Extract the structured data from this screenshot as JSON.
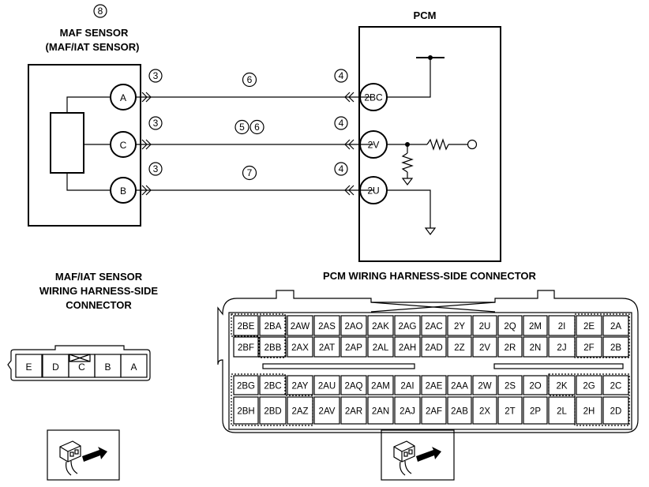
{
  "sensor": {
    "callout": "8",
    "title_line1": "MAF SENSOR",
    "title_line2": "(MAF/IAT SENSOR)"
  },
  "pcm": {
    "title": "PCM"
  },
  "circuits": [
    {
      "sensor_pin": "A",
      "pcm_pin": "2BC",
      "wire_callouts": [
        "6"
      ],
      "left_callout": "3",
      "right_callout": "4"
    },
    {
      "sensor_pin": "C",
      "pcm_pin": "2V",
      "wire_callouts": [
        "5",
        "6"
      ],
      "left_callout": "3",
      "right_callout": "4"
    },
    {
      "sensor_pin": "B",
      "pcm_pin": "2U",
      "wire_callouts": [
        "7"
      ],
      "left_callout": "3",
      "right_callout": "4"
    }
  ],
  "left_connector": {
    "title_line1": "MAF/IAT SENSOR",
    "title_line2": "WIRING HARNESS-SIDE",
    "title_line3": "CONNECTOR",
    "pins": [
      "E",
      "D",
      "C",
      "B",
      "A"
    ]
  },
  "right_connector": {
    "title": "PCM WIRING HARNESS-SIDE CONNECTOR",
    "rows": [
      [
        "2BE",
        "2BA",
        "2AW",
        "2AS",
        "2AO",
        "2AK",
        "2AG",
        "2AC",
        "2Y",
        "2U",
        "2Q",
        "2M",
        "2I",
        "2E",
        "2A"
      ],
      [
        "2BF",
        "2BB",
        "2AX",
        "2AT",
        "2AP",
        "2AL",
        "2AH",
        "2AD",
        "2Z",
        "2V",
        "2R",
        "2N",
        "2J",
        "2F",
        "2B"
      ],
      [
        "2BG",
        "2BC",
        "2AY",
        "2AU",
        "2AQ",
        "2AM",
        "2AI",
        "2AE",
        "2AA",
        "2W",
        "2S",
        "2O",
        "2K",
        "2G",
        "2C"
      ],
      [
        "2BH",
        "2BD",
        "2AZ",
        "2AV",
        "2AR",
        "2AN",
        "2AJ",
        "2AF",
        "2AB",
        "2X",
        "2T",
        "2P",
        "2L",
        "2H",
        "2D"
      ]
    ]
  }
}
